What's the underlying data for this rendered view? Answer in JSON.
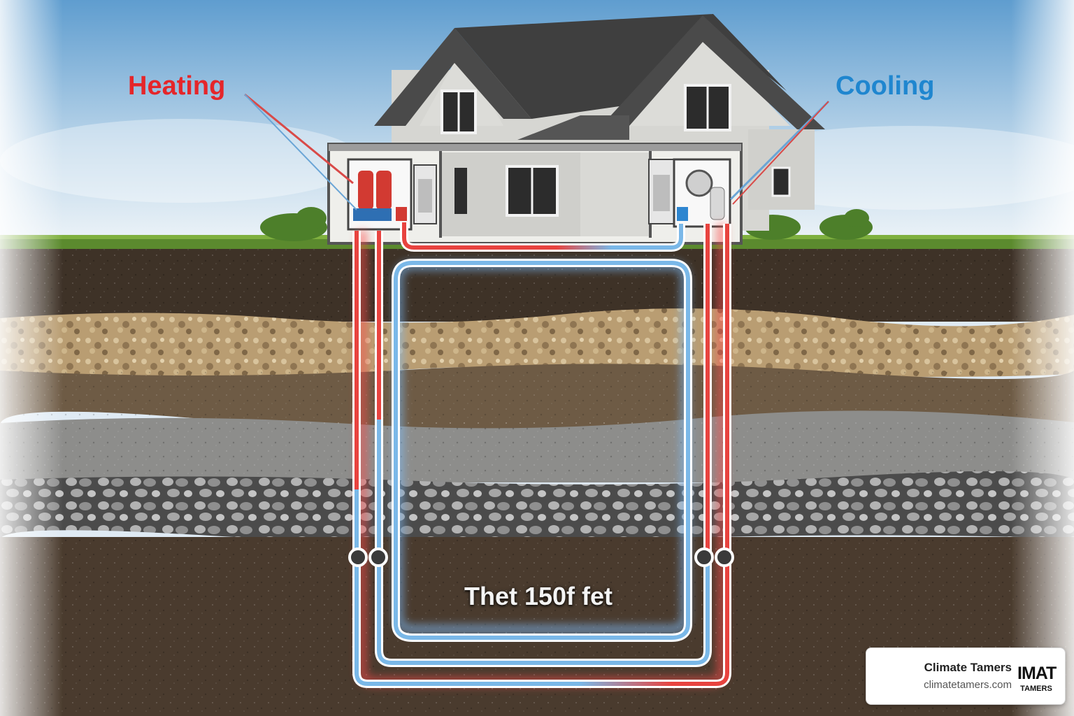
{
  "labels": {
    "heating": "Heating",
    "cooling": "Cooling",
    "depth": "Thet 150f fet"
  },
  "brand": {
    "name": "Climate Tamers",
    "url": "climatetamers.com",
    "logo_top": "IMAT",
    "logo_bottom": "TAMERS"
  },
  "colors": {
    "heating": "#e5262a",
    "cooling": "#1f86cf",
    "hot_pipe": "#e8433f",
    "cold_pipe": "#6fb3e6"
  }
}
